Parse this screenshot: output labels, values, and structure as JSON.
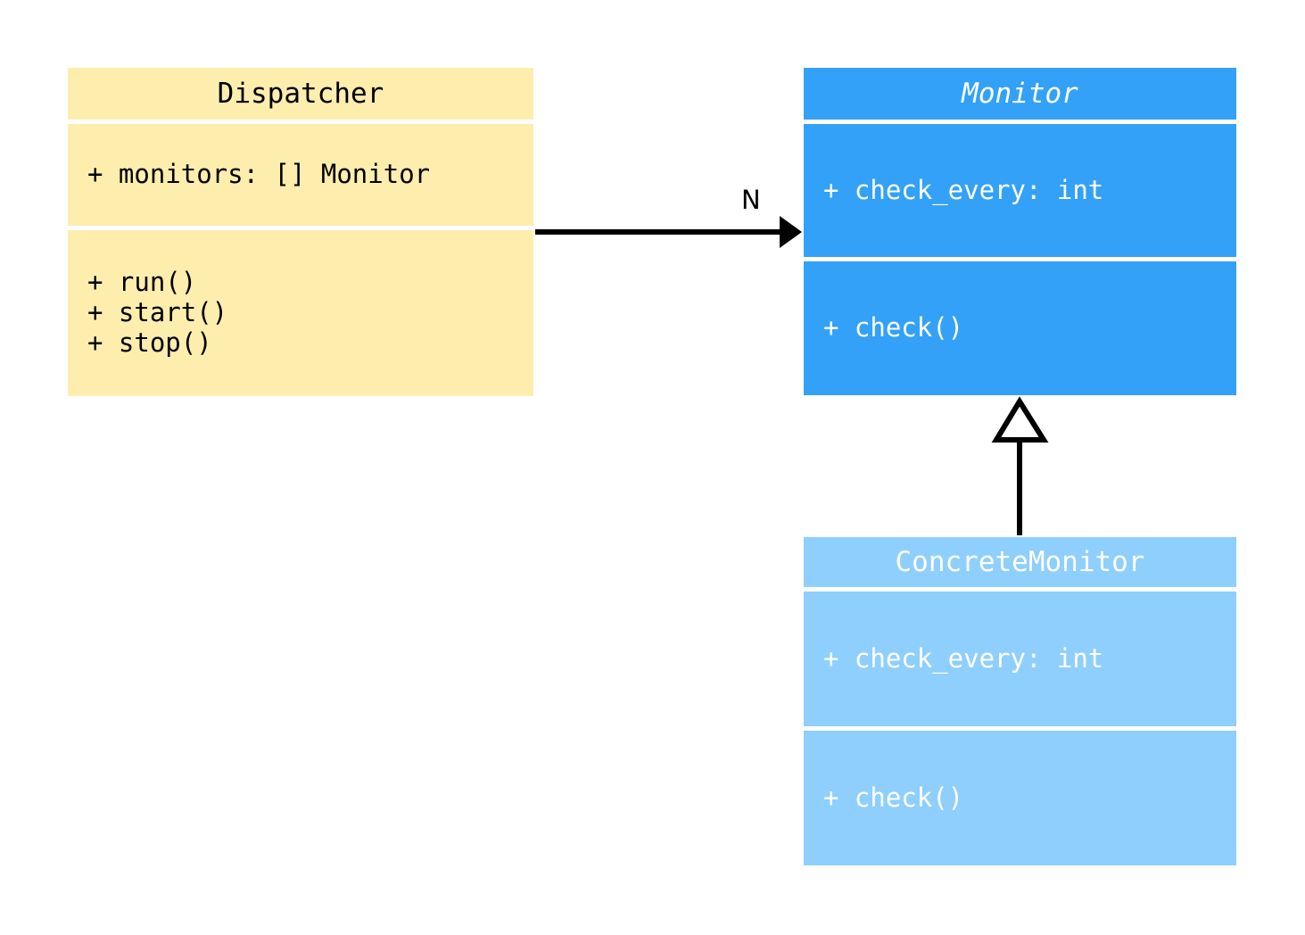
{
  "diagram": {
    "type": "uml-class-diagram",
    "background": "#ffffff",
    "classes": [
      {
        "id": "dispatcher",
        "name": "Dispatcher",
        "abstract": false,
        "fill": "#fdeeae",
        "text_color": "#000000",
        "attributes": [
          "+ monitors: [] Monitor"
        ],
        "methods": [
          "+ run()",
          "+ start()",
          "+ stop()"
        ]
      },
      {
        "id": "monitor",
        "name": "Monitor",
        "abstract": true,
        "fill": "#33a1f7",
        "text_color": "#ffffff",
        "attributes": [
          "+ check_every: int"
        ],
        "methods": [
          "+ check()"
        ]
      },
      {
        "id": "concrete-monitor",
        "name": "ConcreteMonitor",
        "abstract": false,
        "fill": "#8fcffd",
        "text_color": "#ffffff",
        "attributes": [
          "+ check_every: int"
        ],
        "methods": [
          "+ check()"
        ]
      }
    ],
    "relations": [
      {
        "id": "dispatcher-to-monitor",
        "kind": "association",
        "from": "Dispatcher",
        "to": "Monitor",
        "label": "N",
        "arrow": "solid-filled",
        "color": "#000000"
      },
      {
        "id": "concrete-monitor-to-monitor",
        "kind": "generalization",
        "from": "ConcreteMonitor",
        "to": "Monitor",
        "label": "",
        "arrow": "hollow-triangle",
        "color": "#000000"
      }
    ]
  }
}
